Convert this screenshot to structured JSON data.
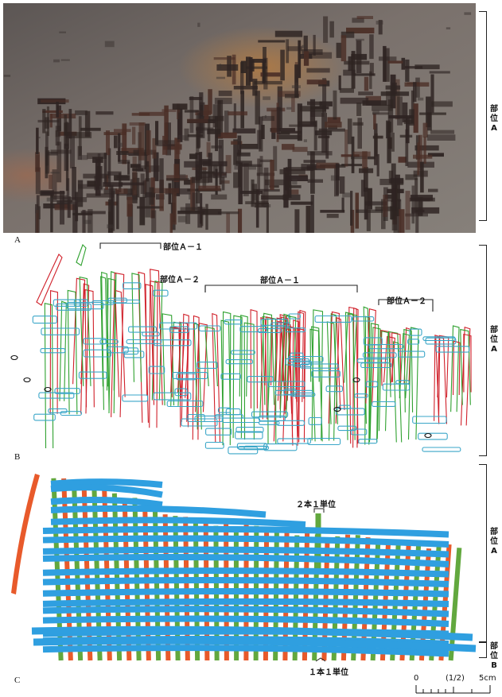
{
  "panels": {
    "a": {
      "letter": "A"
    },
    "b": {
      "letter": "B"
    },
    "c": {
      "letter": "C"
    }
  },
  "side_labels": {
    "a": "部位\nA",
    "b": "部位\nA",
    "c_upper": "部位\nA",
    "c_lower": "部位\nB"
  },
  "annotations": {
    "b_a1_top": "部位Ａ－１",
    "b_a2_left": "部位Ａ－２",
    "b_a1_mid": "部位Ａ－１",
    "b_a2_right": "部位Ａ－２",
    "c_unit_two": "２本１単位",
    "c_unit_one": "１本１単位"
  },
  "scale_bar": {
    "start": "0",
    "ratio": "(1/2)",
    "end": "5cm"
  },
  "colors": {
    "photo_base": "#6f6a66",
    "photo_dark": "#2e2422",
    "trace_red": "#d0202a",
    "trace_green": "#2fa12f",
    "trace_cyan": "#3aa6c8",
    "trace_black": "#111111",
    "recon_blue": "#2f9fe0",
    "recon_orange": "#e85a2b",
    "recon_green": "#62a83e"
  }
}
